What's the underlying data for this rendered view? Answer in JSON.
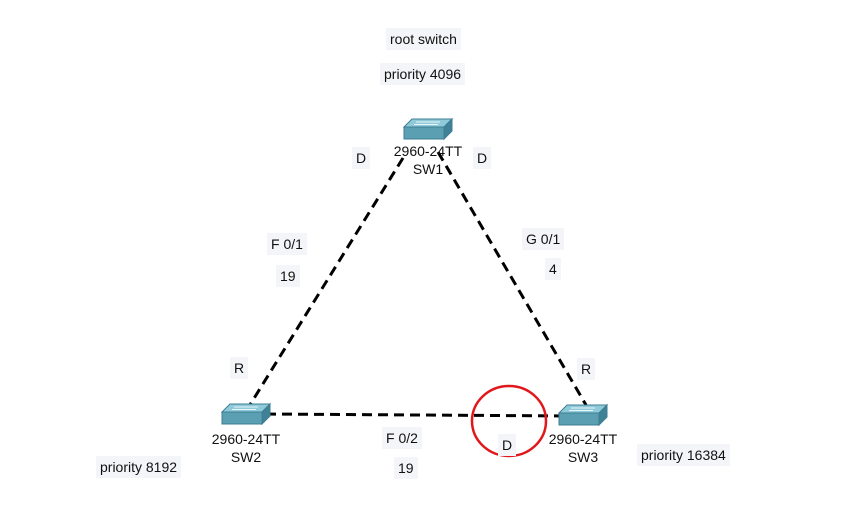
{
  "title": "root switch",
  "devices": [
    {
      "id": "sw1",
      "model": "2960-24TT",
      "name": "SW1",
      "priority": "priority 4096"
    },
    {
      "id": "sw2",
      "model": "2960-24TT",
      "name": "SW2",
      "priority": "priority 8192"
    },
    {
      "id": "sw3",
      "model": "2960-24TT",
      "name": "SW3",
      "priority": "priority 16384"
    }
  ],
  "links": [
    {
      "id": "sw1-sw2",
      "interface": "F  0/1",
      "cost": "19",
      "end_a_role": "D",
      "end_b_role": "R"
    },
    {
      "id": "sw1-sw3",
      "interface": "G  0/1",
      "cost": "4",
      "end_a_role": "D",
      "end_b_role": "R"
    },
    {
      "id": "sw2-sw3",
      "interface": "F  0/2",
      "cost": "19",
      "end_b_role": "D"
    }
  ],
  "colors": {
    "link": "#000000",
    "highlight_circle": "#e0181b",
    "switch_body": "#5b9fb3",
    "label_bg": "#f4f5f8"
  },
  "icons": {
    "switch": "network-switch-icon",
    "highlight": "red-circle-highlight"
  }
}
